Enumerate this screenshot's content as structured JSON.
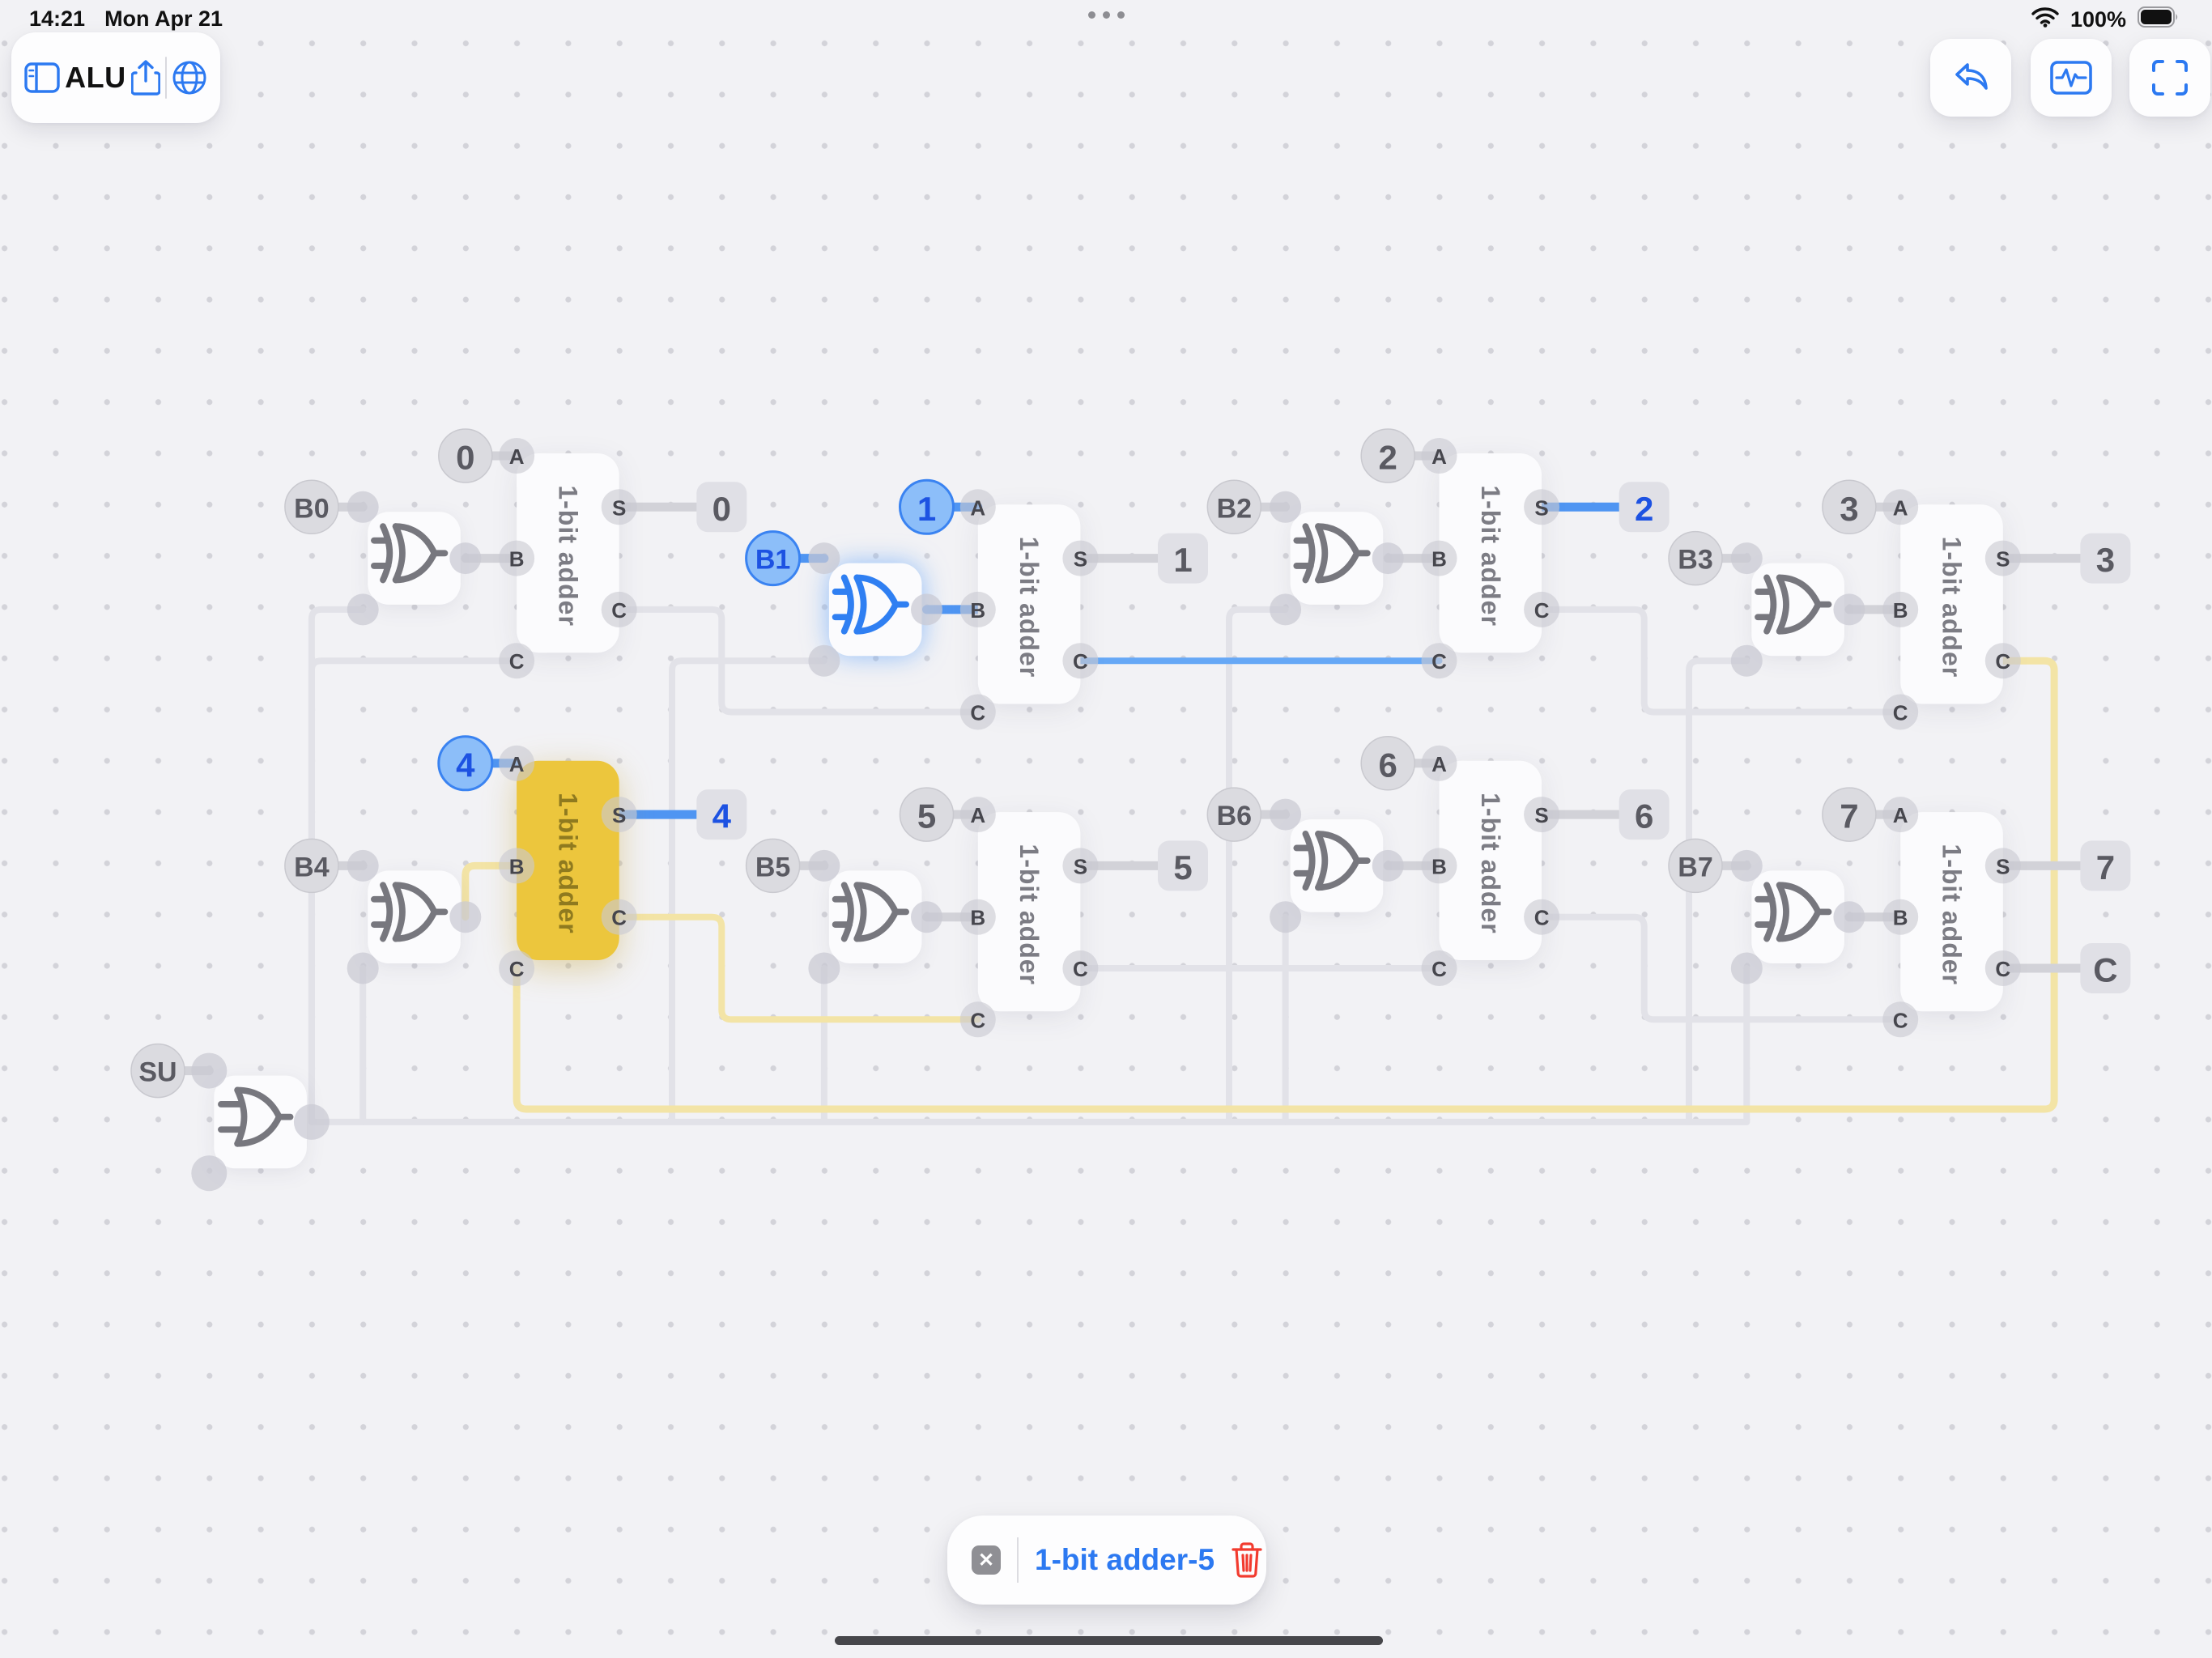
{
  "status_bar": {
    "time": "14:21",
    "date": "Mon Apr 21",
    "battery": "100%",
    "wifi_icon": "wifi-icon",
    "battery_icon": "battery-icon"
  },
  "toolbar": {
    "title": "ALU",
    "sidebar_icon": "sidebar-icon",
    "share_icon": "share-icon",
    "globe_icon": "globe-icon"
  },
  "top_right": {
    "undo_icon": "undo-arrow-icon",
    "scope_icon": "waveform-icon",
    "expand_icon": "fullscreen-icon"
  },
  "selection": {
    "close_glyph": "✕",
    "label": "1-bit adder-5",
    "delete_icon": "trash-icon"
  },
  "colors": {
    "accent_blue": "#2c79f1",
    "wire_on": "#66a8f6",
    "stub_on": "#4f95f2",
    "wire_off": "#e2e2e8",
    "stub_off": "#d2d2d8",
    "wire_sel": "#f3e4a6",
    "block_fill": "#fbfbfd",
    "block_sel": "#ecc63d",
    "label_gray": "#7c7c84",
    "label_sel": "#8f7a1f",
    "pill_off": "#dbdbe0",
    "pill_on": "#8cbef9",
    "pill_on_ring": "#3a83f1",
    "text_off": "#5a5a62",
    "text_on": "#1d52e2",
    "port_fill": "#c9c9d2",
    "port_text": "#46464d",
    "gate_gray": "#77777e",
    "gate_blue": "#2f7ff2",
    "out_fill": "#e0e0e6",
    "danger_red": "#f23b2f"
  },
  "circuit": {
    "adder_label": "1-bit adder",
    "port_labels": {
      "a": "A",
      "b": "B",
      "s": "S",
      "c": "C"
    },
    "su": {
      "label": "SU",
      "col": 3,
      "row": 12
    },
    "units": [
      {
        "name": "adder-0",
        "col": 10,
        "row": 0,
        "input": "0",
        "b": "B0",
        "out": "0",
        "input_on": false,
        "b_on": false,
        "out_on": false,
        "xor_on": false,
        "selected": false,
        "xor_low": false
      },
      {
        "name": "adder-1",
        "col": 19,
        "row": 1,
        "input": "1",
        "b": "B1",
        "out": "1",
        "input_on": true,
        "b_on": true,
        "out_on": false,
        "xor_on": true,
        "selected": false,
        "xor_low": false
      },
      {
        "name": "adder-2",
        "col": 28,
        "row": 0,
        "input": "2",
        "b": "B2",
        "out": "2",
        "input_on": false,
        "b_on": false,
        "out_on": true,
        "xor_on": false,
        "selected": false,
        "xor_low": false
      },
      {
        "name": "adder-3",
        "col": 37,
        "row": 1,
        "input": "3",
        "b": "B3",
        "out": "3",
        "input_on": false,
        "b_on": false,
        "out_on": false,
        "xor_on": false,
        "selected": false,
        "xor_low": false
      },
      {
        "name": "adder-4",
        "col": 10,
        "row": 6,
        "input": "4",
        "b": "B4",
        "out": "4",
        "input_on": true,
        "b_on": false,
        "out_on": true,
        "xor_on": false,
        "selected": true,
        "xor_low": true
      },
      {
        "name": "adder-5",
        "col": 19,
        "row": 7,
        "input": "5",
        "b": "B5",
        "out": "5",
        "input_on": false,
        "b_on": false,
        "out_on": false,
        "xor_on": false,
        "selected": false,
        "xor_low": false
      },
      {
        "name": "adder-6",
        "col": 28,
        "row": 6,
        "input": "6",
        "b": "B6",
        "out": "6",
        "input_on": false,
        "b_on": false,
        "out_on": false,
        "xor_on": false,
        "selected": false,
        "xor_low": false
      },
      {
        "name": "adder-7",
        "col": 37,
        "row": 7,
        "input": "7",
        "b": "B7",
        "out": "7",
        "cout_label": "C",
        "input_on": false,
        "b_on": false,
        "out_on": false,
        "xor_on": false,
        "selected": false,
        "xor_low": false
      }
    ],
    "wires": [
      {
        "from": "su.out",
        "to": "bus.end",
        "state": "off",
        "kind": "bus"
      },
      {
        "from": "su.bus",
        "to": "u0.cin",
        "state": "off",
        "kind": "riser-cin"
      },
      {
        "from": "su.bus",
        "to": "u0.xbl",
        "state": "off",
        "kind": "riser"
      },
      {
        "from": "su.bus",
        "to": "u1.xbl",
        "state": "off",
        "kind": "riser"
      },
      {
        "from": "su.bus",
        "to": "u2.xbl",
        "state": "off",
        "kind": "riser"
      },
      {
        "from": "su.bus",
        "to": "u3.xbl",
        "state": "off",
        "kind": "riser"
      },
      {
        "from": "su.bus",
        "to": "u4.xbl",
        "state": "off",
        "kind": "riser"
      },
      {
        "from": "su.bus",
        "to": "u5.xbl",
        "state": "off",
        "kind": "riser"
      },
      {
        "from": "su.bus",
        "to": "u6.xbl",
        "state": "off",
        "kind": "riser"
      },
      {
        "from": "su.bus",
        "to": "u7.xbl",
        "state": "off",
        "kind": "riser"
      },
      {
        "from": "u0.cout",
        "to": "u1.cin",
        "state": "off",
        "kind": "carry"
      },
      {
        "from": "u1.cout",
        "to": "u2.cin",
        "state": "on",
        "kind": "carry"
      },
      {
        "from": "u2.cout",
        "to": "u3.cin",
        "state": "off",
        "kind": "carry"
      },
      {
        "from": "u3.cout",
        "to": "u4.cin",
        "state": "sel",
        "kind": "loop"
      },
      {
        "from": "u4.cout",
        "to": "u5.cin",
        "state": "sel",
        "kind": "carry"
      },
      {
        "from": "u5.cout",
        "to": "u6.cin",
        "state": "off",
        "kind": "carry"
      },
      {
        "from": "u6.cout",
        "to": "u7.cin",
        "state": "off",
        "kind": "carry"
      }
    ]
  }
}
